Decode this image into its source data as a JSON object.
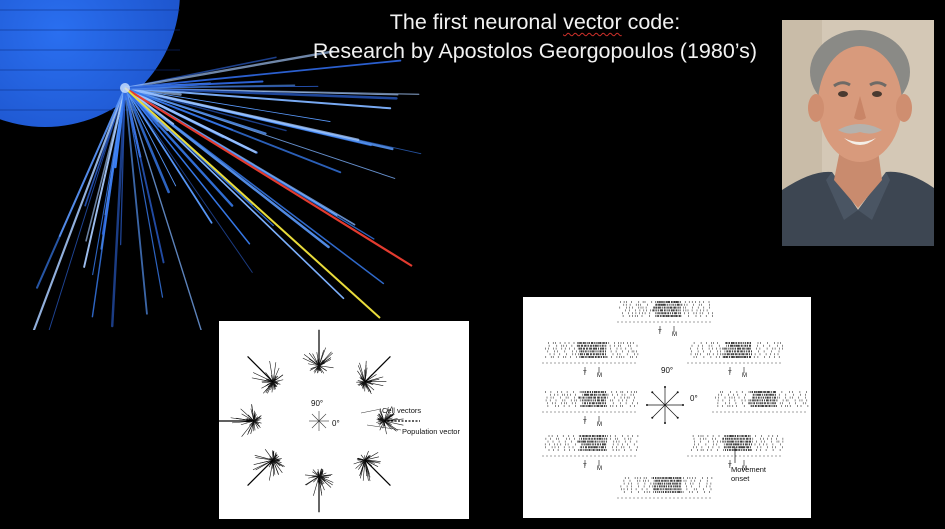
{
  "title": {
    "line1_before": "The first neuronal ",
    "line1_word": "vector",
    "line1_after": " code:",
    "line2": "Research by Apostolos Georgopoulos (1980’s)"
  },
  "figure_left": {
    "angle_90": "90°",
    "angle_0": "0°",
    "cell_vectors": "Cell vectors",
    "population_vector": "Population vector"
  },
  "figure_right": {
    "angle_90": "90°",
    "angle_0": "0°",
    "trigger_label": "T",
    "move_label": "M",
    "movement_onset_line1": "Movement",
    "movement_onset_line2": "onset"
  },
  "colors": {
    "background": "#000000",
    "sphere": "#1d5bd8",
    "rays": "#3b82f6",
    "highlight_red": "#e33b2f",
    "highlight_yellow": "#e9dc3b"
  }
}
